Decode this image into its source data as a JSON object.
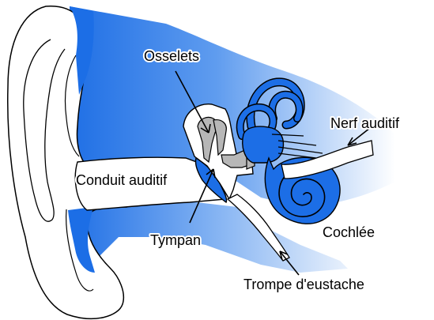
{
  "labels": {
    "ossicles": "Osselets",
    "auditory_nerve": "Nerf auditif",
    "ear_canal": "Conduit auditif",
    "eardrum": "Tympan",
    "cochlea": "Cochlée",
    "eustachian_tube": "Trompe d'eustache"
  },
  "colors": {
    "blue": "#1c6ee6",
    "light_blue": "#c9dcf6",
    "grey": "#b7b7b7",
    "outline": "#000000"
  }
}
